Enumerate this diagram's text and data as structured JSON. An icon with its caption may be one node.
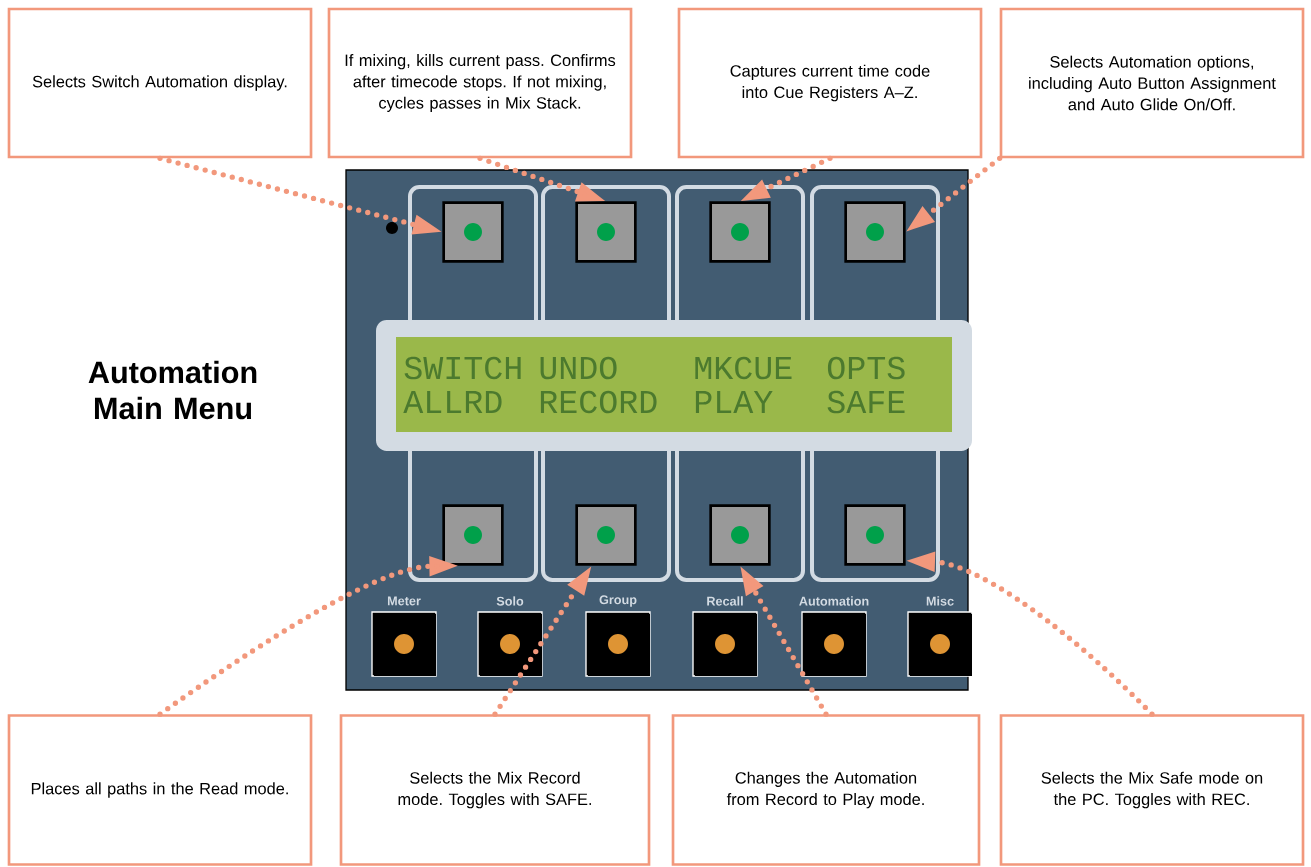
{
  "diagram": {
    "title": "Automation Main Menu",
    "nodes": [
      {
        "text": [
          "Selects Switch Automation display."
        ]
      },
      {
        "text": [
          "If mixing, kills current pass. Confirms after timecode stops. If not mixing, cycles passes in Mix Stack."
        ]
      },
      {
        "text": [
          "Captures current time code into Cue Registers A–Z."
        ]
      },
      {
        "text": [
          "Selects Automation options, including Auto Button Assignment and Auto Glide On/Off."
        ]
      },
      {
        "text": [
          "Places all paths in the Read mode."
        ]
      },
      {
        "text": [
          "Selects the Mix Record mode. Toggles with SAFE."
        ]
      },
      {
        "text": [
          "Changes the Automation from Record to Play mode."
        ]
      },
      {
        "text": [
          "Selects the Mix Safe mode on the PC. Toggles with REC."
        ]
      },
      {
        "text": [],
        "shape": "box"
      },
      {
        "text": [],
        "shape": "box"
      },
      {
        "text": [],
        "shape": "box"
      },
      {
        "text": [],
        "shape": "box"
      },
      {
        "text": [],
        "shape": "box"
      },
      {
        "text": [],
        "shape": "box"
      },
      {
        "text": [],
        "shape": "box"
      },
      {
        "text": [],
        "shape": "box"
      }
    ],
    "edges": [
      {
        "from": 0,
        "to": 8,
        "arrow": "to"
      },
      {
        "from": 1,
        "to": 9,
        "arrow": "to"
      },
      {
        "from": 2,
        "to": 10,
        "arrow": "to"
      },
      {
        "from": 3,
        "to": 11,
        "arrow": "to"
      },
      {
        "from": 4,
        "to": 12,
        "arrow": "to"
      },
      {
        "from": 5,
        "to": 13,
        "arrow": "to"
      },
      {
        "from": 6,
        "to": 14,
        "arrow": "to"
      },
      {
        "from": 7,
        "to": 15,
        "arrow": "to"
      }
    ],
    "labels": [
      "SWITCH",
      "UNDO",
      "MKCUE",
      "OPTS",
      "ALLRD",
      "RECORD",
      "PLAY",
      "SAFE",
      "Meter",
      "Solo",
      "Group",
      "Recall",
      "Automation",
      "Misc"
    ]
  }
}
